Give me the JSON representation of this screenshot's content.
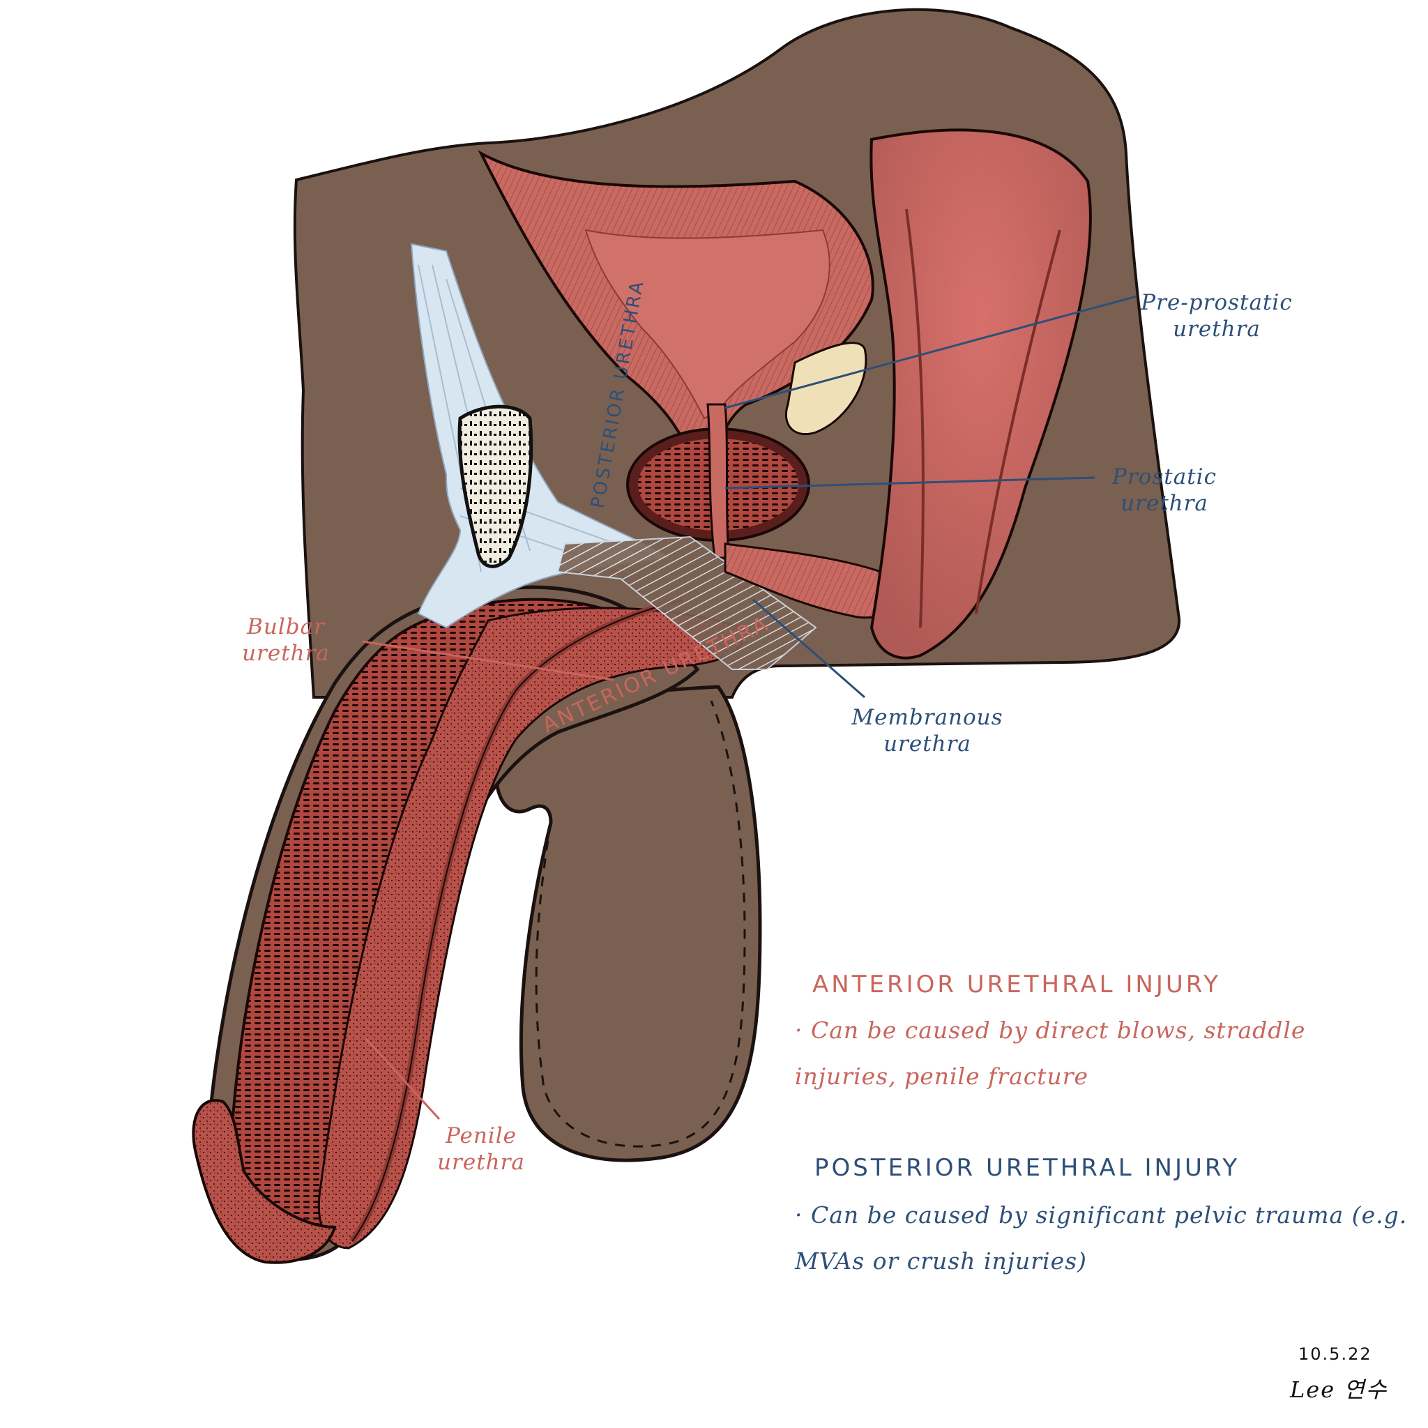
{
  "labels": {
    "pre_prostatic": [
      "Pre-prostatic",
      "urethra"
    ],
    "prostatic": [
      "Prostatic",
      "urethra"
    ],
    "membranous": [
      "Membranous",
      "urethra"
    ],
    "bulbar": [
      "Bulbar",
      "urethra"
    ],
    "penile": [
      "Penile",
      "urethra"
    ],
    "posterior_region": "POSTERIOR URETHRA",
    "anterior_region": "ANTERIOR URETHRA"
  },
  "notes": {
    "anterior": {
      "heading": "ANTERIOR URETHRAL INJURY",
      "bullet": "Can be caused by direct blows, straddle injuries, penile fracture"
    },
    "posterior": {
      "heading": "POSTERIOR URETHRAL INJURY",
      "bullet": "Can be caused by significant pelvic trauma (e.g. MVAs or crush injuries)"
    }
  },
  "date": "10.5.22",
  "signature": "Lee 연수",
  "colors": {
    "background_tissue": "#7a6050",
    "muscle": "#c96a62",
    "muscle_dark": "#a8473f",
    "ligament": "#d8e6f2",
    "label_blue": "#2d4f78",
    "label_red": "#c9655c",
    "seminal": "#efe0b8"
  }
}
